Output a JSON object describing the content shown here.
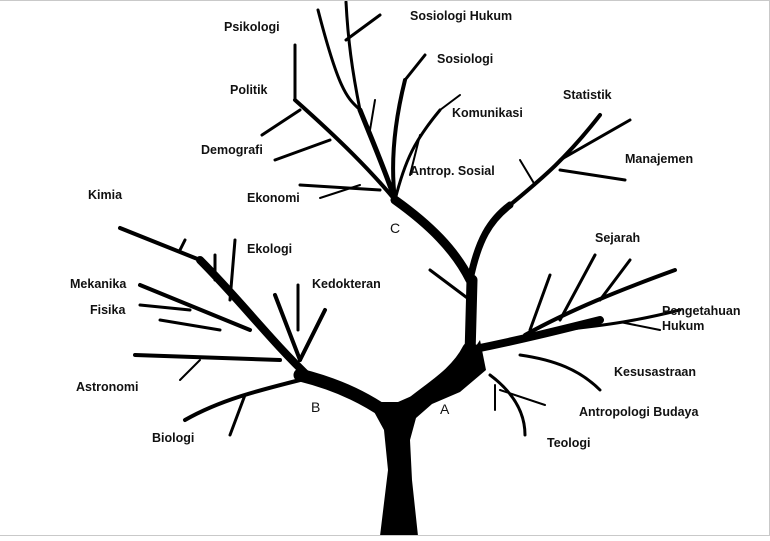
{
  "labels": {
    "sosiologi_hukum": "Sosiologi Hukum",
    "psikologi": "Psikologi",
    "sosiologi": "Sosiologi",
    "politik": "Politik",
    "komunikasi": "Komunikasi",
    "statistik": "Statistik",
    "demografi": "Demografi",
    "manajemen": "Manajemen",
    "antrop_sosial": "Antrop. Sosial",
    "kimia": "Kimia",
    "ekonomi": "Ekonomi",
    "ekologi": "Ekologi",
    "sejarah": "Sejarah",
    "mekanika": "Mekanika",
    "kedokteran": "Kedokteran",
    "fisika": "Fisika",
    "pengetahuan_hukum_1": "Pengetahuan",
    "pengetahuan_hukum_2": "Hukum",
    "kesusastraan": "Kesusastraan",
    "astronomi": "Astronomi",
    "antropologi_budaya": "Antropologi Budaya",
    "biologi": "Biologi",
    "teologi": "Teologi"
  },
  "nodes": {
    "a": "A",
    "b": "B",
    "c": "C"
  },
  "colors": {
    "ink": "#000000",
    "background": "#ffffff"
  }
}
